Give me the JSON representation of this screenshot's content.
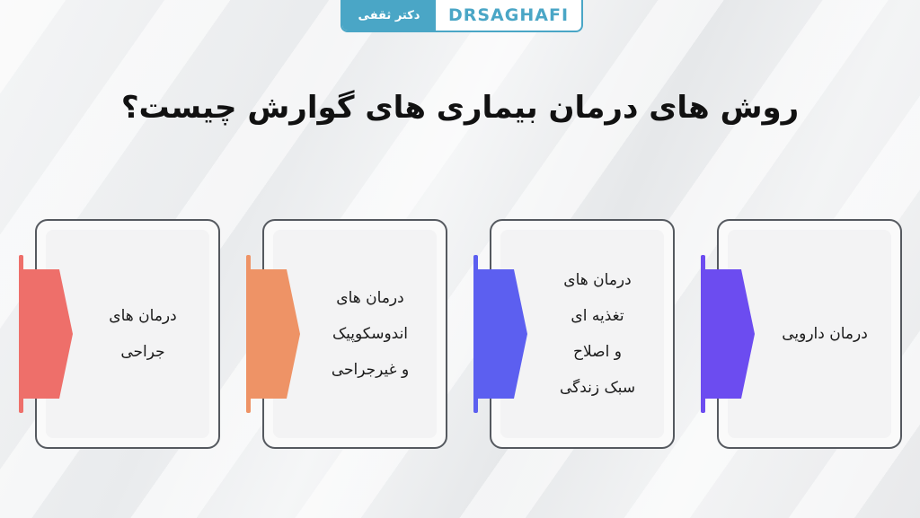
{
  "logo": {
    "fa": "دکتر ثقفی",
    "en": "DRSAGHAFI"
  },
  "title": "روش های درمان بیماری های گوارش چیست؟",
  "steps": [
    {
      "label": "درمان های\nجراحی",
      "color": "#ee6f6a"
    },
    {
      "label": "درمان های\nاندوسکوپیک\nو غیرجراحی",
      "color": "#ee9366"
    },
    {
      "label": "درمان های\nتغذیه ای\nو اصلاح\nسبک زندگی",
      "color": "#5c5ff0"
    },
    {
      "label": "درمان دارویی",
      "color": "#6c4cf0"
    }
  ]
}
